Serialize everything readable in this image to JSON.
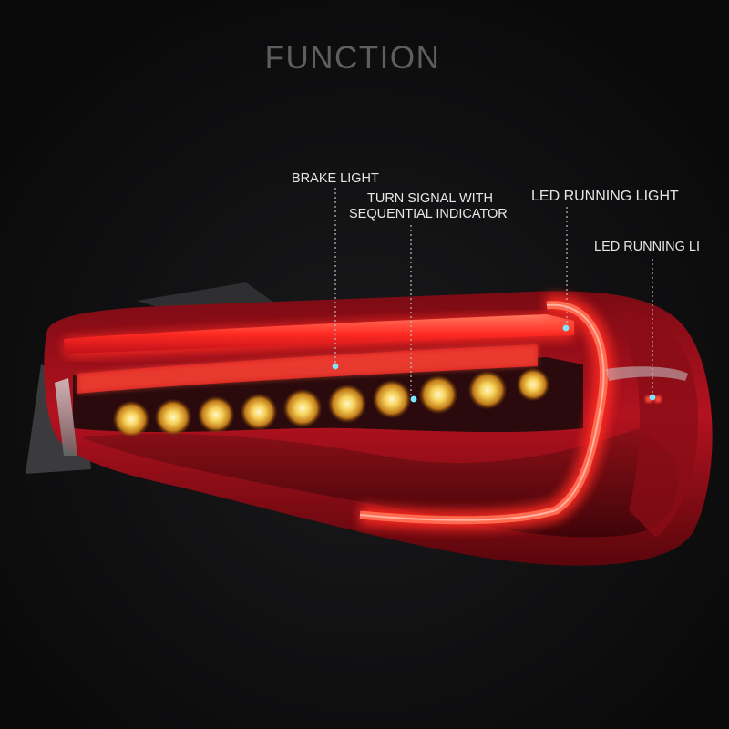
{
  "title": "FUNCTION",
  "callouts": {
    "brake": "BRAKE LIGHT",
    "turn_line1": "TURN SIGNAL WITH",
    "turn_line2": "SEQUENTIAL INDICATOR",
    "running1": "LED RUNNING LIGHT",
    "running2": "LED RUNNING LI"
  },
  "colors": {
    "background": "#0c0c0d",
    "title": "#5e5e5e",
    "label": "#e6e6e6",
    "housing_red": "#a0101c",
    "glow_red": "#ff3b2e",
    "amber": "#f3c04a",
    "marker_dot": "#7fe6ff"
  }
}
